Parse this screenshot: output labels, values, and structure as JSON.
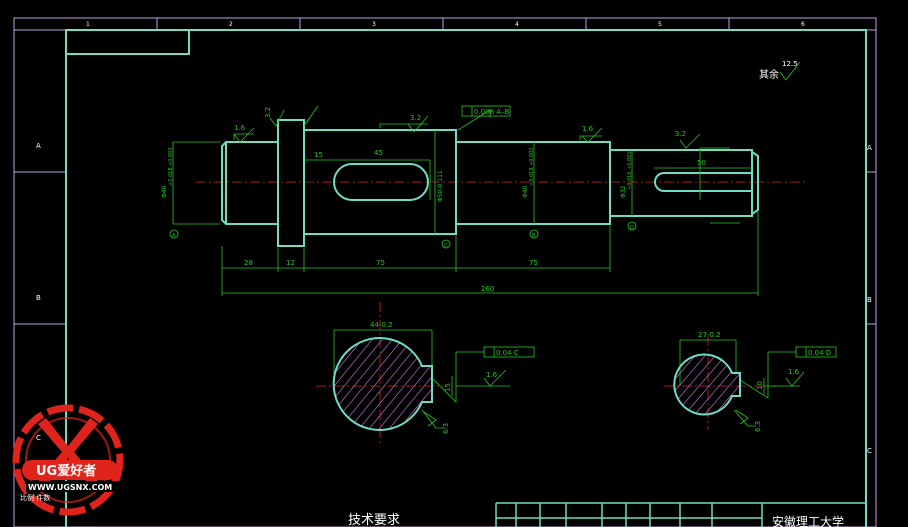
{
  "colors": {
    "background": "#000000",
    "outline": "#6fdcc4",
    "dimension": "#22c81e",
    "centerline": "#e0201c",
    "frame": "#c0a0e0",
    "title": "#ffffff",
    "hatch": "#b070c8",
    "logo": "#e0241c"
  },
  "frame": {
    "zones_top": [
      "1",
      "2",
      "3",
      "4",
      "5",
      "6"
    ],
    "zones_left": [
      "A",
      "B",
      "C"
    ],
    "zones_right": [
      "A",
      "B",
      "C"
    ]
  },
  "roughness": {
    "general_value": "12.5",
    "general_label": "其余",
    "values": [
      "3.2",
      "1.6",
      "3.2",
      "1.6",
      "3.2",
      "1.6",
      "1.6",
      "6.3",
      "6.3"
    ]
  },
  "tolerances": {
    "main": "0.008 A–B",
    "key_left": "0.04 C",
    "key_right": "0.04 D"
  },
  "dimensions": {
    "d1": "Φ40",
    "d1_tol": "+0.018 +0.002",
    "d2": "Φ50-0.111",
    "d3": "Φ40",
    "d3_tol": "+0.018 +0.002",
    "d4": "Φ32",
    "d4_tol": "+0.016 +0.001",
    "slot_offset": "15",
    "slot_len": "45",
    "key_len": "50",
    "len_28": "28",
    "len_12": "12",
    "len_75a": "75",
    "len_75b": "75",
    "total": "260",
    "sec1_dia": "44-0.2",
    "sec1_key": "15",
    "sec2_dia": "27-0.2",
    "sec2_key": "10"
  },
  "datums": [
    "A",
    "C",
    "B",
    "D"
  ],
  "title_block": {
    "tech_req": "技术要求",
    "school": "安徽理工大学"
  },
  "logo": {
    "brand": "UG爱好者",
    "url": "WWW.UGSNX.COM",
    "corner": "比例  件数"
  }
}
